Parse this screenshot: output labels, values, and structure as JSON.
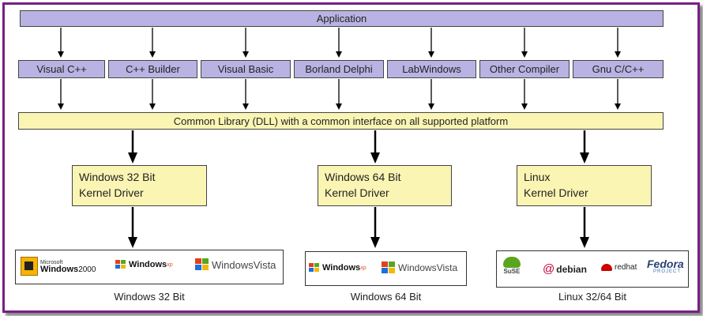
{
  "application": "Application",
  "compilers": [
    "Visual C++",
    "C++ Builder",
    "Visual Basic",
    "Borland Delphi",
    "LabWindows",
    "Other Compiler",
    "Gnu C/C++"
  ],
  "library": "Common Library (DLL) with a common interface on all supported platform",
  "drivers": [
    {
      "line1": "Windows 32 Bit",
      "line2": "Kernel Driver"
    },
    {
      "line1": "Windows 64 Bit",
      "line2": "Kernel Driver"
    },
    {
      "line1": "Linux",
      "line2": "Kernel Driver"
    }
  ],
  "os_captions": [
    "Windows 32 Bit",
    "Windows 64 Bit",
    "Linux 32/64 Bit"
  ],
  "logos": {
    "win2000": {
      "brand": "Windows",
      "version": "2000",
      "tag": "Microsoft"
    },
    "winxp": {
      "brand": "Windows",
      "version": "xp"
    },
    "winvista": {
      "brand": "Windows",
      "version": "Vista"
    },
    "suse": "SuSE",
    "debian": "debian",
    "redhat": "redhat",
    "fedora": {
      "name": "Fedora",
      "tag": "PROJECT"
    }
  },
  "colors": {
    "frame": "#7a1e86",
    "application_fill": "#b9b3e3",
    "library_fill": "#fbf5b4"
  }
}
